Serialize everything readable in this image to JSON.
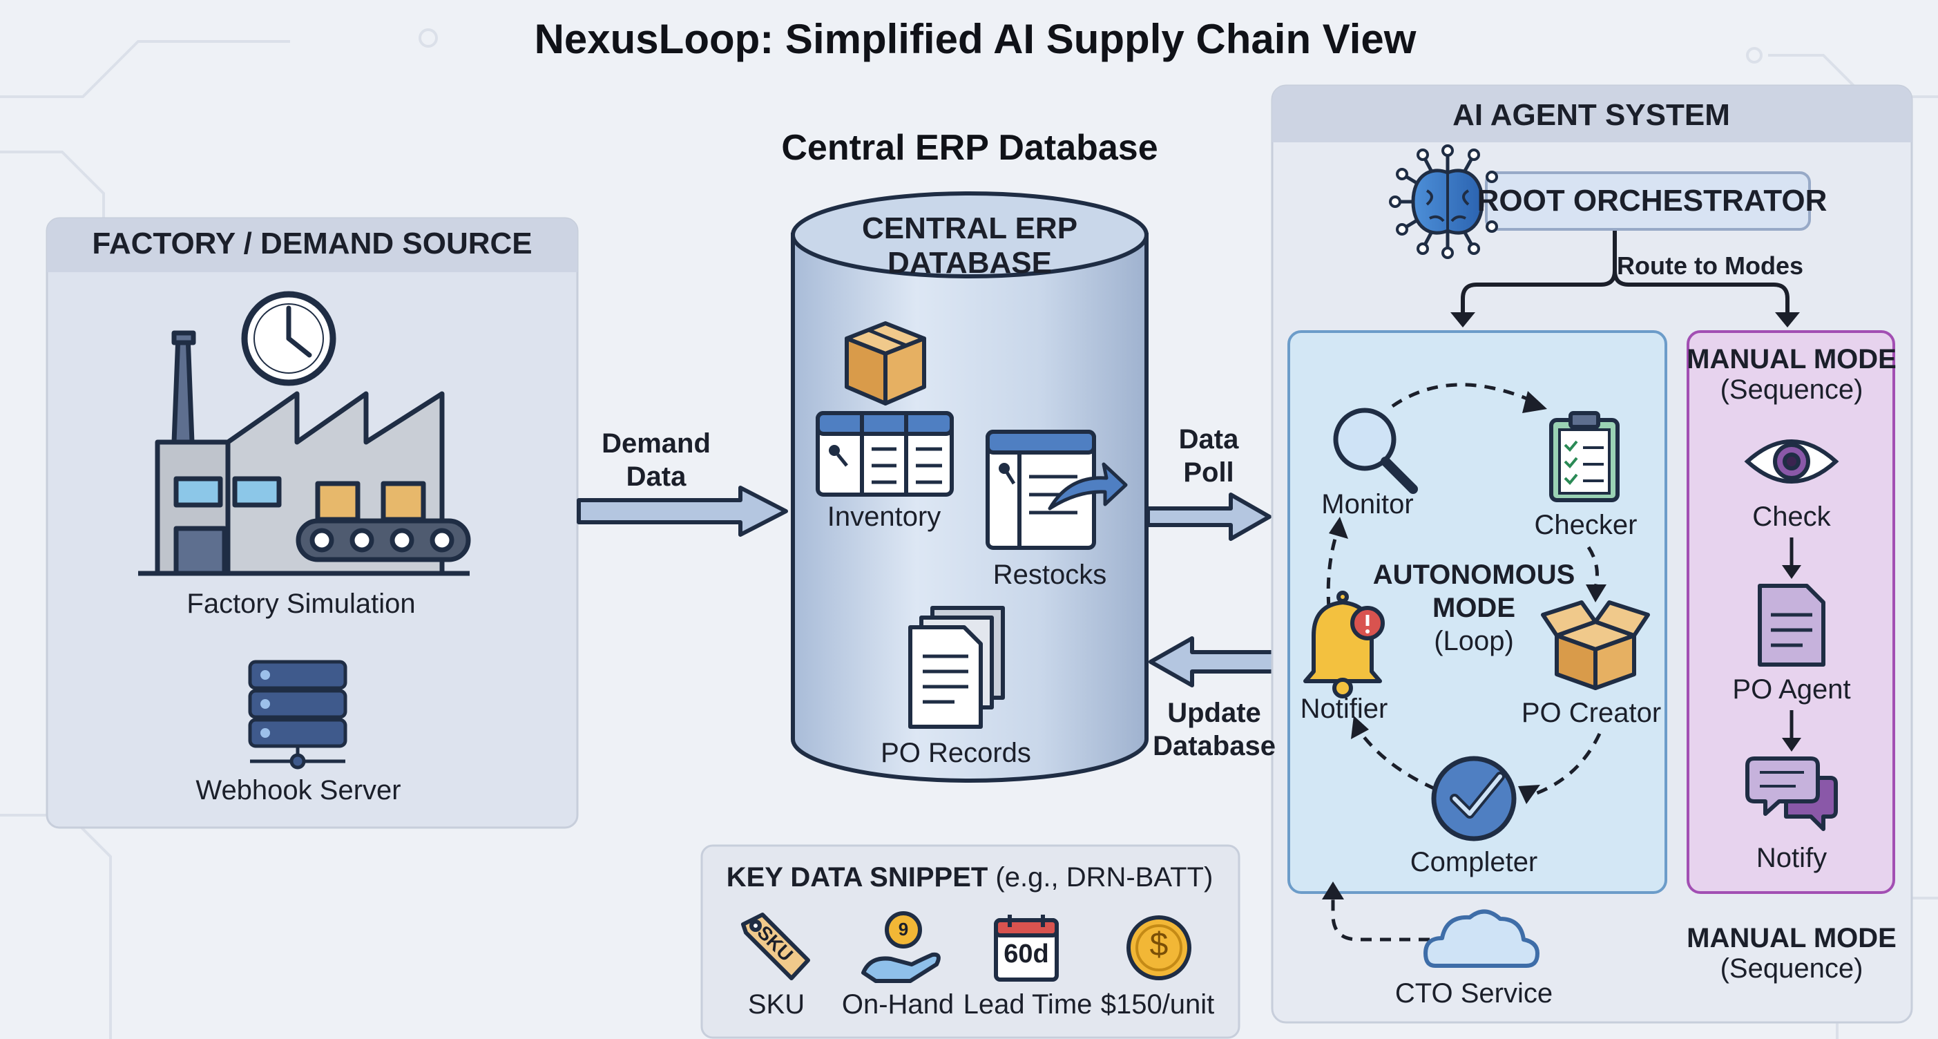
{
  "title": "NexusLoop: Simplified AI Supply Chain View",
  "factory": {
    "heading": "FACTORY / DEMAND SOURCE",
    "simulation_label": "Factory Simulation",
    "webhook_label": "Webhook Server"
  },
  "erp": {
    "section_title": "Central ERP Database",
    "cylinder_title_line1": "CENTRAL ERP",
    "cylinder_title_line2": "DATABASE",
    "inventory_label": "Inventory",
    "restocks_label": "Restocks",
    "po_records_label": "PO Records"
  },
  "flows": {
    "demand_line1": "Demand",
    "demand_line2": "Data",
    "poll_line1": "Data",
    "poll_line2": "Poll",
    "update_line1": "Update",
    "update_line2": "Database",
    "route_label": "Route to Modes"
  },
  "agent_system": {
    "heading": "AI AGENT SYSTEM",
    "orchestrator_label": "ROOT ORCHESTRATOR",
    "autonomous": {
      "line1": "AUTONOMOUS",
      "line2": "MODE",
      "line3": "(Loop)",
      "monitor": "Monitor",
      "checker": "Checker",
      "po_creator": "PO Creator",
      "completer": "Completer",
      "notifier": "Notifier"
    },
    "manual": {
      "line1": "MANUAL MODE",
      "line2": "(Sequence)",
      "check": "Check",
      "po_agent": "PO Agent",
      "notify": "Notify"
    },
    "cto_label": "CTO Service",
    "manual_footer_line1": "MANUAL MODE",
    "manual_footer_line2": "(Sequence)"
  },
  "snippet": {
    "heading_bold": "KEY DATA SNIPPET",
    "heading_rest": " (e.g., DRN-BATT)",
    "sku_tag": "SKU",
    "sku_label": "SKU",
    "onhand_coin": "9",
    "onhand_label": "On-Hand",
    "calendar_text": "60d",
    "leadtime_label": "Lead Time",
    "price_symbol": "$",
    "price_label": "$150/unit"
  },
  "colors": {
    "panel_fill": "#dde3ee",
    "panel_head": "#cdd4e3",
    "autonomous_fill": "#d3e7f5",
    "manual_fill": "#e7d3ee",
    "manual_border": "#a24fb3",
    "arrow_fill": "#b4c6e0",
    "arrow_stroke": "#1f2d44",
    "bell": "#f3c13f",
    "coin": "#f2b736"
  }
}
